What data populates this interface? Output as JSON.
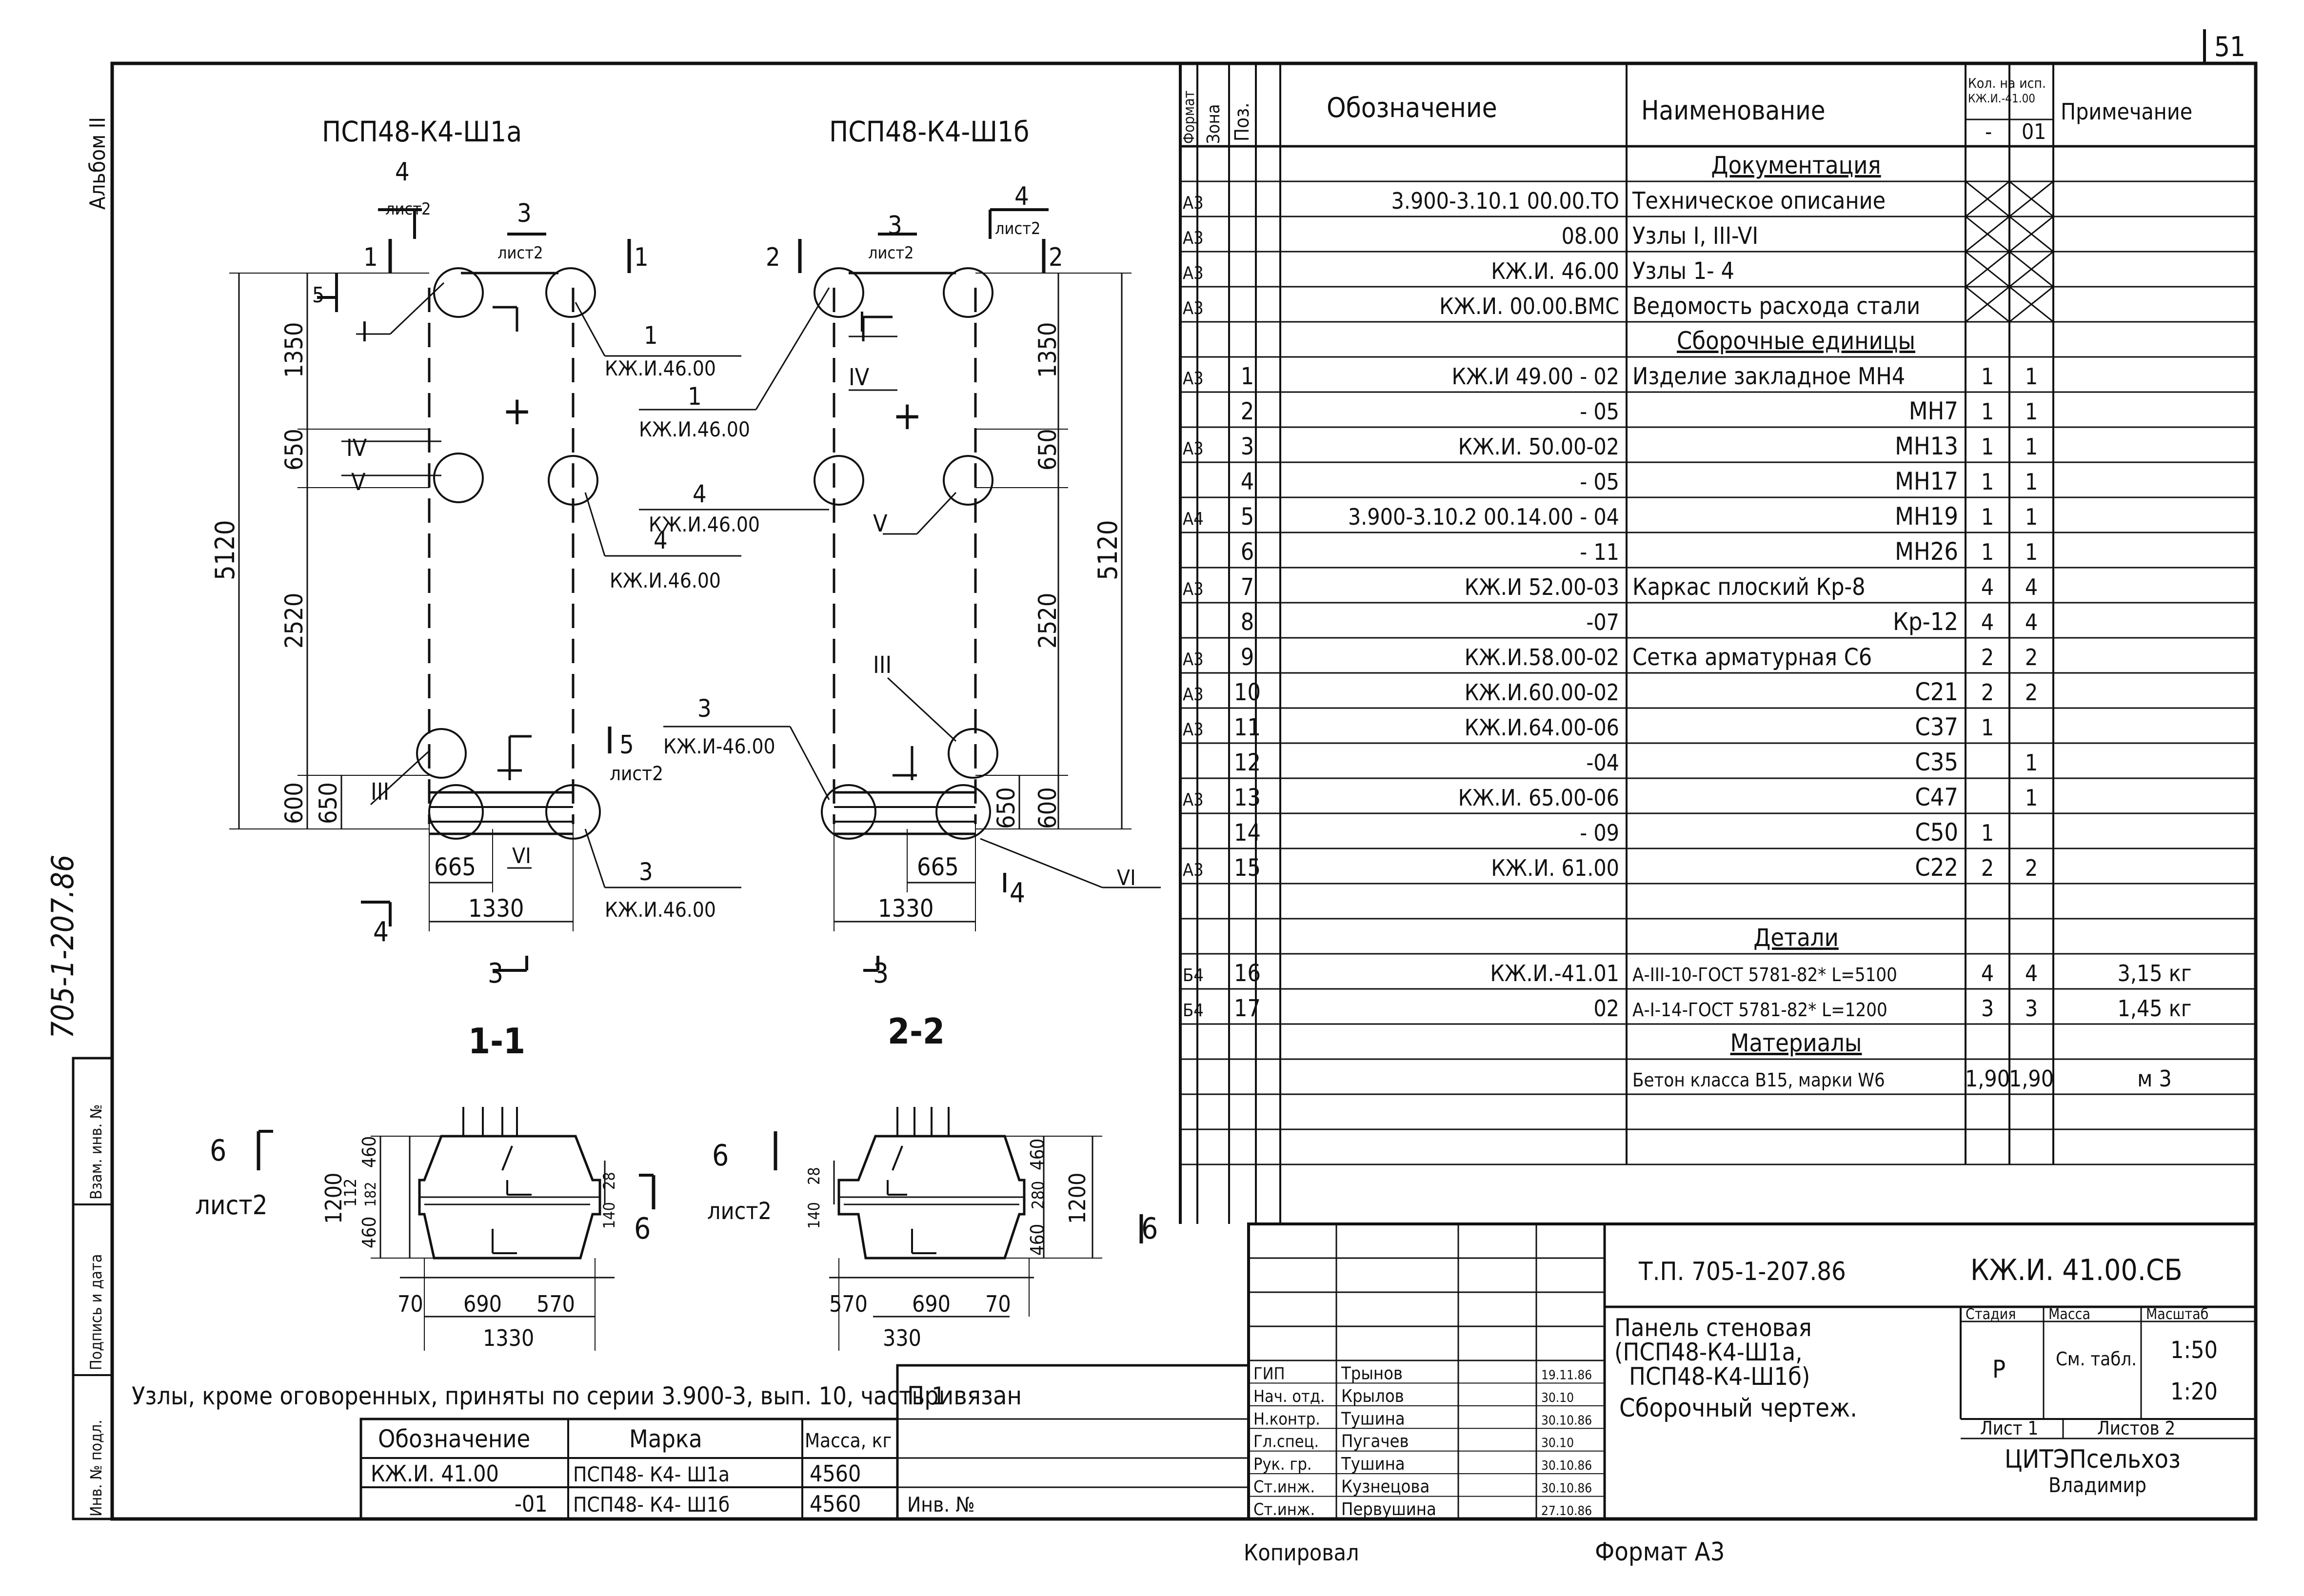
{
  "page_number": "51",
  "album": "Альбом II",
  "side_code": "705-1-207.86",
  "side_stamp": [
    "Инв. № подл.",
    "Подпись и дата",
    "Взам. инв. №"
  ],
  "views": {
    "left_title": "ПСП48-К4-Ш1а",
    "right_title": "ПСП48-К4-Ш1б",
    "section_1": "1-1",
    "section_2": "2-2",
    "left_dims": [
      "1350",
      "650",
      "2520",
      "600",
      "650",
      "665",
      "1330",
      "5120"
    ],
    "right_dims": [
      "1350",
      "650",
      "5120",
      "2520",
      "650",
      "600",
      "665",
      "1330"
    ],
    "refs": [
      "КЖ.И.46.00",
      "КЖ.И.46.00",
      "КЖ.И.46.00",
      "КЖ.И.46.00",
      "КЖ.И.46.00",
      "КЖ.И-46.00"
    ],
    "ref_nums": [
      "1",
      "1",
      "4",
      "4",
      "3",
      "3"
    ],
    "sheet_refs": [
      "лист2",
      "лист2",
      "лист2",
      "лист2",
      "лист2",
      "лист2"
    ],
    "section_marks": [
      "1",
      "2",
      "3",
      "4",
      "5",
      "6"
    ],
    "node_marks": [
      "I",
      "IV",
      "V",
      "III",
      "VI"
    ],
    "sec_dims_left": [
      "1200",
      "460",
      "112",
      "182",
      "460",
      "28",
      "140",
      "70",
      "690",
      "570",
      "1330"
    ],
    "sec_dims_right": [
      "28",
      "140",
      "460",
      "280",
      "460",
      "1200",
      "570",
      "690",
      "70",
      "330"
    ]
  },
  "note": "Узлы, кроме оговоренных, приняты по серии 3.900-3, вып. 10, часть 1",
  "mark_table": {
    "headers": [
      "Обозначение",
      "Марка",
      "Масса, кг"
    ],
    "rows": [
      [
        "КЖ.И. 41.00",
        "ПСП48- К4- Ш1а",
        "4560"
      ],
      [
        "-01",
        "ПСП48- К4- Ш1б",
        "4560"
      ]
    ]
  },
  "privyazan": "Привязан",
  "inv_no": "Инв. №",
  "spec": {
    "headers": {
      "format": "Формат",
      "zone": "Зона",
      "pos": "Поз.",
      "designation": "Обозначение",
      "name": "Наименование",
      "qty": "Кол. на исп.",
      "qty_sub": "КЖ.И.-41.00",
      "qty_col1": "-",
      "qty_col2": "01",
      "note": "Примечание"
    },
    "rows": [
      {
        "format": "",
        "pos": "",
        "des": "",
        "name": "Документация",
        "q1": "",
        "q2": "",
        "note": "",
        "section": true
      },
      {
        "format": "А3",
        "pos": "",
        "des": "3.900-3.10.1  00.00.ТО",
        "name": "Техническое описание",
        "q1": "",
        "q2": "",
        "note": "",
        "cross": true
      },
      {
        "format": "А3",
        "pos": "",
        "des": "08.00",
        "name": "Узлы I, III-VI",
        "q1": "",
        "q2": "",
        "note": "",
        "cross": true
      },
      {
        "format": "А3",
        "pos": "",
        "des": "КЖ.И. 46.00",
        "name": "Узлы 1- 4",
        "q1": "",
        "q2": "",
        "note": "",
        "cross": true
      },
      {
        "format": "А3",
        "pos": "",
        "des": "КЖ.И. 00.00.ВМС",
        "name": "Ведомость расхода стали",
        "q1": "",
        "q2": "",
        "note": "",
        "cross": true
      },
      {
        "format": "",
        "pos": "",
        "des": "",
        "name": "Сборочные единицы",
        "q1": "",
        "q2": "",
        "note": "",
        "section": true
      },
      {
        "format": "А3",
        "pos": "1",
        "des": "КЖ.И 49.00 - 02",
        "name": "Изделие закладное МН4",
        "q1": "1",
        "q2": "1",
        "note": ""
      },
      {
        "format": "",
        "pos": "2",
        "des": "- 05",
        "name": "МН7",
        "q1": "1",
        "q2": "1",
        "note": "",
        "right": true
      },
      {
        "format": "А3",
        "pos": "3",
        "des": "КЖ.И. 50.00-02",
        "name": "МН13",
        "q1": "1",
        "q2": "1",
        "note": "",
        "right": true
      },
      {
        "format": "",
        "pos": "4",
        "des": "- 05",
        "name": "МН17",
        "q1": "1",
        "q2": "1",
        "note": "",
        "right": true
      },
      {
        "format": "А4",
        "pos": "5",
        "des": "3.900-3.10.2 00.14.00 - 04",
        "name": "МН19",
        "q1": "1",
        "q2": "1",
        "note": "",
        "right": true
      },
      {
        "format": "",
        "pos": "6",
        "des": "- 11",
        "name": "МН26",
        "q1": "1",
        "q2": "1",
        "note": "",
        "right": true
      },
      {
        "format": "А3",
        "pos": "7",
        "des": "КЖ.И 52.00-03",
        "name": "Каркас плоский  Кр-8",
        "q1": "4",
        "q2": "4",
        "note": ""
      },
      {
        "format": "",
        "pos": "8",
        "des": "-07",
        "name": "Кр-12",
        "q1": "4",
        "q2": "4",
        "note": "",
        "right": true
      },
      {
        "format": "А3",
        "pos": "9",
        "des": "КЖ.И.58.00-02",
        "name": "Сетка арматурная  С6",
        "q1": "2",
        "q2": "2",
        "note": ""
      },
      {
        "format": "А3",
        "pos": "10",
        "des": "КЖ.И.60.00-02",
        "name": "С21",
        "q1": "2",
        "q2": "2",
        "note": "",
        "right": true
      },
      {
        "format": "А3",
        "pos": "11",
        "des": "КЖ.И.64.00-06",
        "name": "С37",
        "q1": "1",
        "q2": "",
        "note": "",
        "right": true
      },
      {
        "format": "",
        "pos": "12",
        "des": "-04",
        "name": "С35",
        "q1": "",
        "q2": "1",
        "note": "",
        "right": true
      },
      {
        "format": "А3",
        "pos": "13",
        "des": "КЖ.И. 65.00-06",
        "name": "С47",
        "q1": "",
        "q2": "1",
        "note": "",
        "right": true
      },
      {
        "format": "",
        "pos": "14",
        "des": "- 09",
        "name": "С50",
        "q1": "1",
        "q2": "",
        "note": "",
        "right": true
      },
      {
        "format": "А3",
        "pos": "15",
        "des": "КЖ.И. 61.00",
        "name": "С22",
        "q1": "2",
        "q2": "2",
        "note": "",
        "right": true
      },
      {
        "format": "",
        "pos": "",
        "des": "",
        "name": "",
        "q1": "",
        "q2": "",
        "note": ""
      },
      {
        "format": "",
        "pos": "",
        "des": "",
        "name": "Детали",
        "q1": "",
        "q2": "",
        "note": "",
        "section": true
      },
      {
        "format": "Б4",
        "pos": "16",
        "des": "КЖ.И.-41.01",
        "name": "А-III-10-ГОСТ 5781-82* L=5100",
        "q1": "4",
        "q2": "4",
        "note": "3,15 кг",
        "small": true
      },
      {
        "format": "Б4",
        "pos": "17",
        "des": "02",
        "name": "А-I-14-ГОСТ 5781-82* L=1200",
        "q1": "3",
        "q2": "3",
        "note": "1,45 кг",
        "small": true
      },
      {
        "format": "",
        "pos": "",
        "des": "",
        "name": "Материалы",
        "q1": "",
        "q2": "",
        "note": "",
        "section": true
      },
      {
        "format": "",
        "pos": "",
        "des": "",
        "name": "Бетон класса В15, марки W6",
        "q1": "1,90",
        "q2": "1,90",
        "note": "м 3",
        "small": true
      },
      {
        "format": "",
        "pos": "",
        "des": "",
        "name": "",
        "q1": "",
        "q2": "",
        "note": ""
      },
      {
        "format": "",
        "pos": "",
        "des": "",
        "name": "",
        "q1": "",
        "q2": "",
        "note": ""
      }
    ]
  },
  "title_block": {
    "project": "Т.П.   705-1-207.86",
    "code": "КЖ.И. 41.00.СБ",
    "name_lines": [
      "Панель стеновая",
      "(ПСП48-К4-Ш1а,",
      "ПСП48-К4-Ш1б)",
      "Сборочный чертеж."
    ],
    "stage_h": "Стадия",
    "mass_h": "Масса",
    "scale_h": "Масштаб",
    "stage": "Р",
    "mass": "См. табл.",
    "scale1": "1:50",
    "scale2": "1:20",
    "sheet": "Лист 1",
    "sheets": "Листов 2",
    "org_1": "ЦИТЭПсельхоз",
    "org_2": "Владимир",
    "staff": [
      {
        "role": "ГИП",
        "name": "Трынов",
        "date": "19.11.86"
      },
      {
        "role": "Нач. отд.",
        "name": "Крылов",
        "date": "30.10"
      },
      {
        "role": "Н.контр.",
        "name": "Тушина",
        "date": "30.10.86"
      },
      {
        "role": "Гл.спец.",
        "name": "Пугачев",
        "date": "30.10"
      },
      {
        "role": "Рук. гр.",
        "name": "Тушина",
        "date": "30.10.86"
      },
      {
        "role": "Ст.инж.",
        "name": "Кузнецова",
        "date": "30.10.86"
      },
      {
        "role": "Ст.инж.",
        "name": "Первушина",
        "date": "27.10.86"
      }
    ]
  },
  "kopiroval": "Копировал",
  "format": "Формат А3"
}
